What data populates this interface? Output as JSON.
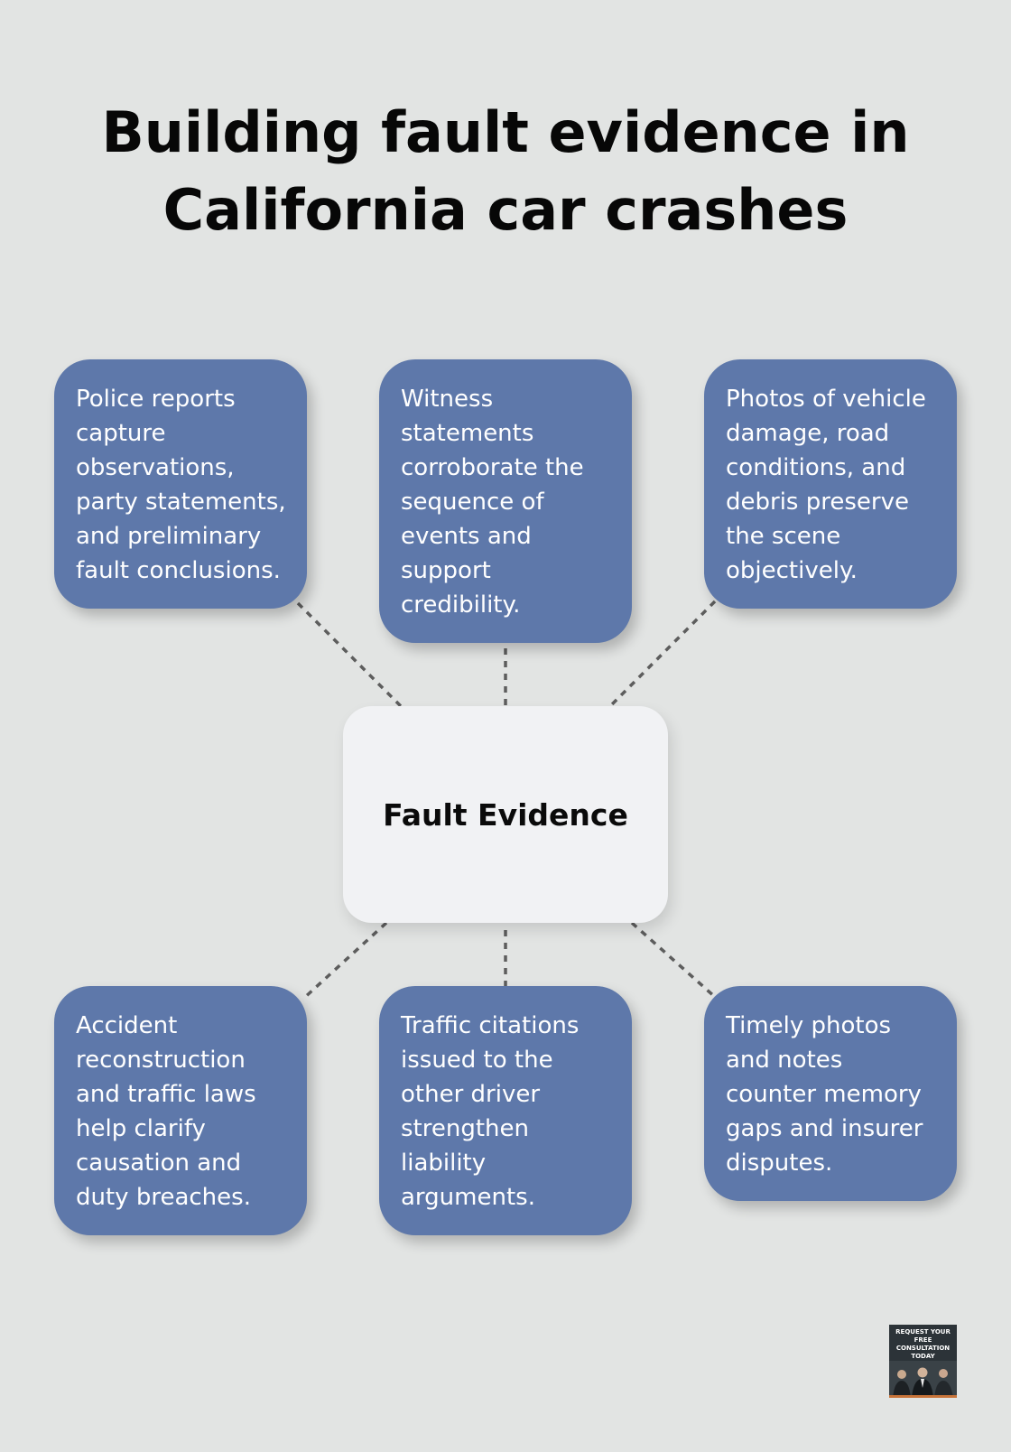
{
  "title": {
    "line1": "Building fault evidence in",
    "line2": "California car crashes"
  },
  "center": {
    "label": "Fault Evidence"
  },
  "cards": [
    {
      "text": "Police reports capture observations, party statements, and preliminary fault conclusions."
    },
    {
      "text": "Witness statements corroborate the sequence of events and support credibility."
    },
    {
      "text": "Photos of vehicle damage, road conditions, and debris preserve the scene objectively."
    },
    {
      "text": "Accident reconstruction and traffic laws help clarify causation and duty breaches."
    },
    {
      "text": "Traffic citations issued to the other driver strengthen liability arguments."
    },
    {
      "text": "Timely photos and notes counter memory gaps and insurer disputes."
    }
  ],
  "cta": {
    "text": "REQUEST YOUR FREE CONSULTATION TODAY"
  },
  "colors": {
    "background": "#e2e4e3",
    "card": "#5e78aa",
    "center": "#f1f2f4",
    "connector": "#5d5d5d"
  }
}
